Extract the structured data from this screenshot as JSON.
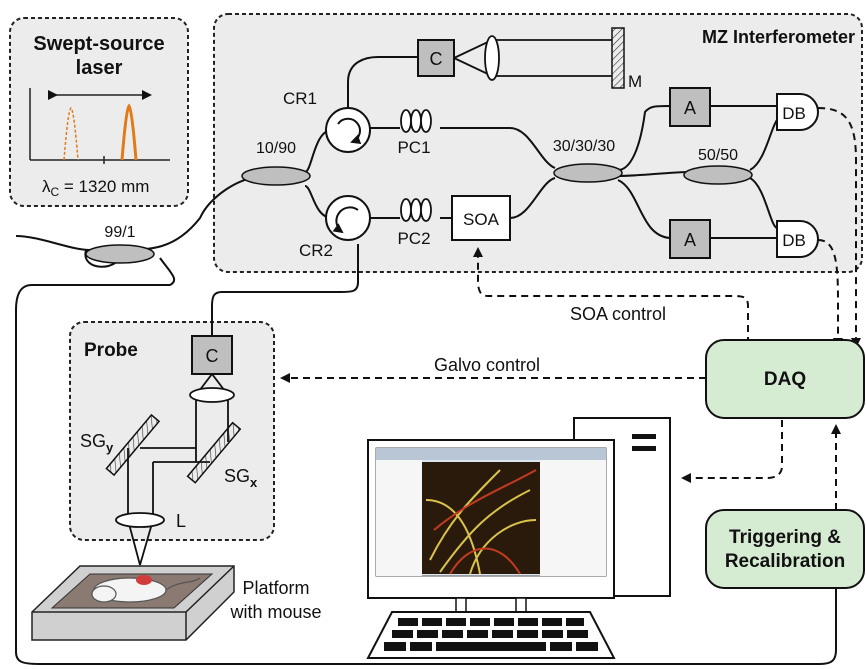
{
  "laser": {
    "title_line1": "Swept-source",
    "title_line2": "laser",
    "wavelength": "λ"
  },
  "wavelength_value": "C = 1320 mm",
  "interferometer": {
    "title": "MZ Interferometer"
  },
  "couplers": {
    "c1": "99/1",
    "c2": "10/90",
    "c3": "30/30/30",
    "c4": "50/50"
  },
  "components": {
    "cr1": "CR1",
    "cr2": "CR2",
    "pc1": "PC1",
    "pc2": "PC2",
    "soa": "SOA",
    "collimator": "C",
    "mirror": "M",
    "amp": "A",
    "db": "DB"
  },
  "probe": {
    "title": "Probe",
    "collimator": "C",
    "sgy": "SG",
    "sgy_sub": "y",
    "sgx": "SG",
    "sgx_sub": "x",
    "lens": "L"
  },
  "controls": {
    "soa": "SOA control",
    "galvo": "Galvo control"
  },
  "blocks": {
    "daq": "DAQ",
    "trig_line1": "Triggering &",
    "trig_line2": "Recalibration"
  },
  "platform": {
    "line1": "Platform",
    "line2": "with mouse"
  },
  "colors": {
    "box_fill": "#ececec",
    "green_fill": "#d6ecd2",
    "gray_comp": "#bfbfbf",
    "spectrum": "#e07b1a"
  }
}
